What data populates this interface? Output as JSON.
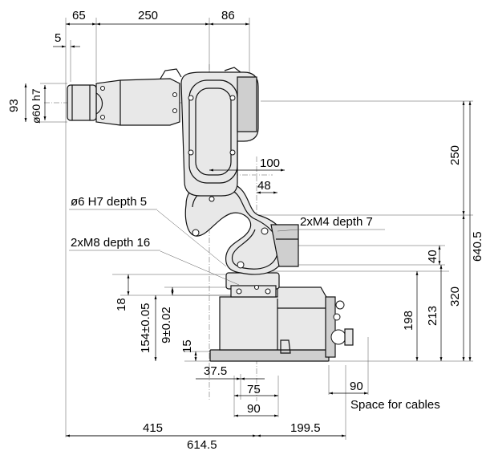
{
  "dimensions": {
    "top_offset_65": "65",
    "top_width_250": "250",
    "top_width_86": "86",
    "flange_offset_5": "5",
    "flange_height_93": "93",
    "flange_dia": "ø60 h7",
    "dim_100": "100",
    "dim_48": "48",
    "dim_250_vert": "250",
    "dim_640_5": "640.5",
    "dim_40": "40",
    "dim_320": "320",
    "dim_198": "198",
    "dim_213": "213",
    "dim_18": "18",
    "dim_154": "154±0.05",
    "dim_9": "9±0.02",
    "dim_15": "15",
    "dim_37_5": "37.5",
    "dim_75": "75",
    "dim_90_base": "90",
    "dim_90_cable": "90",
    "dim_415": "415",
    "dim_199_5": "199.5",
    "dim_614_5": "614.5"
  },
  "callouts": {
    "pin_hole": "ø6 H7 depth 5",
    "m8": "2xM8 depth 16",
    "m4": "2xM4 depth 7",
    "cable_space": "Space for cables"
  }
}
